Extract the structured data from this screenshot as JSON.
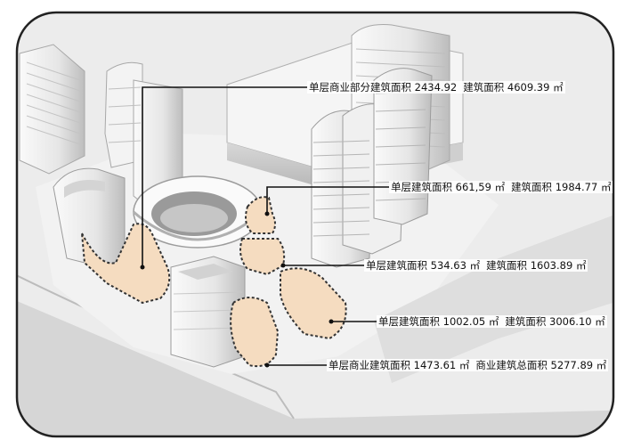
{
  "annotations": [
    {
      "id": "a1",
      "single_label": "单层商业部分建筑面积",
      "single_value": "2434.92",
      "total_label": "建筑面积",
      "total_value": "4609.39",
      "unit": "㎡"
    },
    {
      "id": "a2",
      "single_label": "单层建筑面积",
      "single_value": "661,59",
      "single_unit": "㎡",
      "total_label": "建筑面积",
      "total_value": "1984.77",
      "unit": "㎡"
    },
    {
      "id": "a3",
      "single_label": "单层建筑面积",
      "single_value": "534.63",
      "single_unit": "㎡",
      "total_label": "建筑面积",
      "total_value": "1603.89",
      "unit": "㎡"
    },
    {
      "id": "a4",
      "single_label": "单层建筑面积",
      "single_value": "1002.05",
      "single_unit": "㎡",
      "total_label": "建筑面积",
      "total_value": "3006.10",
      "unit": "㎡"
    },
    {
      "id": "a5",
      "single_label": "单层商业建筑面积",
      "single_value": "1473.61",
      "single_unit": "㎡",
      "total_label": "商业建筑总面积",
      "total_value": "5277.89",
      "unit": "㎡"
    }
  ],
  "colors": {
    "frame": "#222222",
    "ground": "#e9e9e9",
    "road": "#dcdcdc",
    "building": "#f7f7f7",
    "building_shade": "#cfcfcf",
    "highlight_fill": "#f5dcc0",
    "dashed_outline": "#333333",
    "leader": "#111111"
  }
}
